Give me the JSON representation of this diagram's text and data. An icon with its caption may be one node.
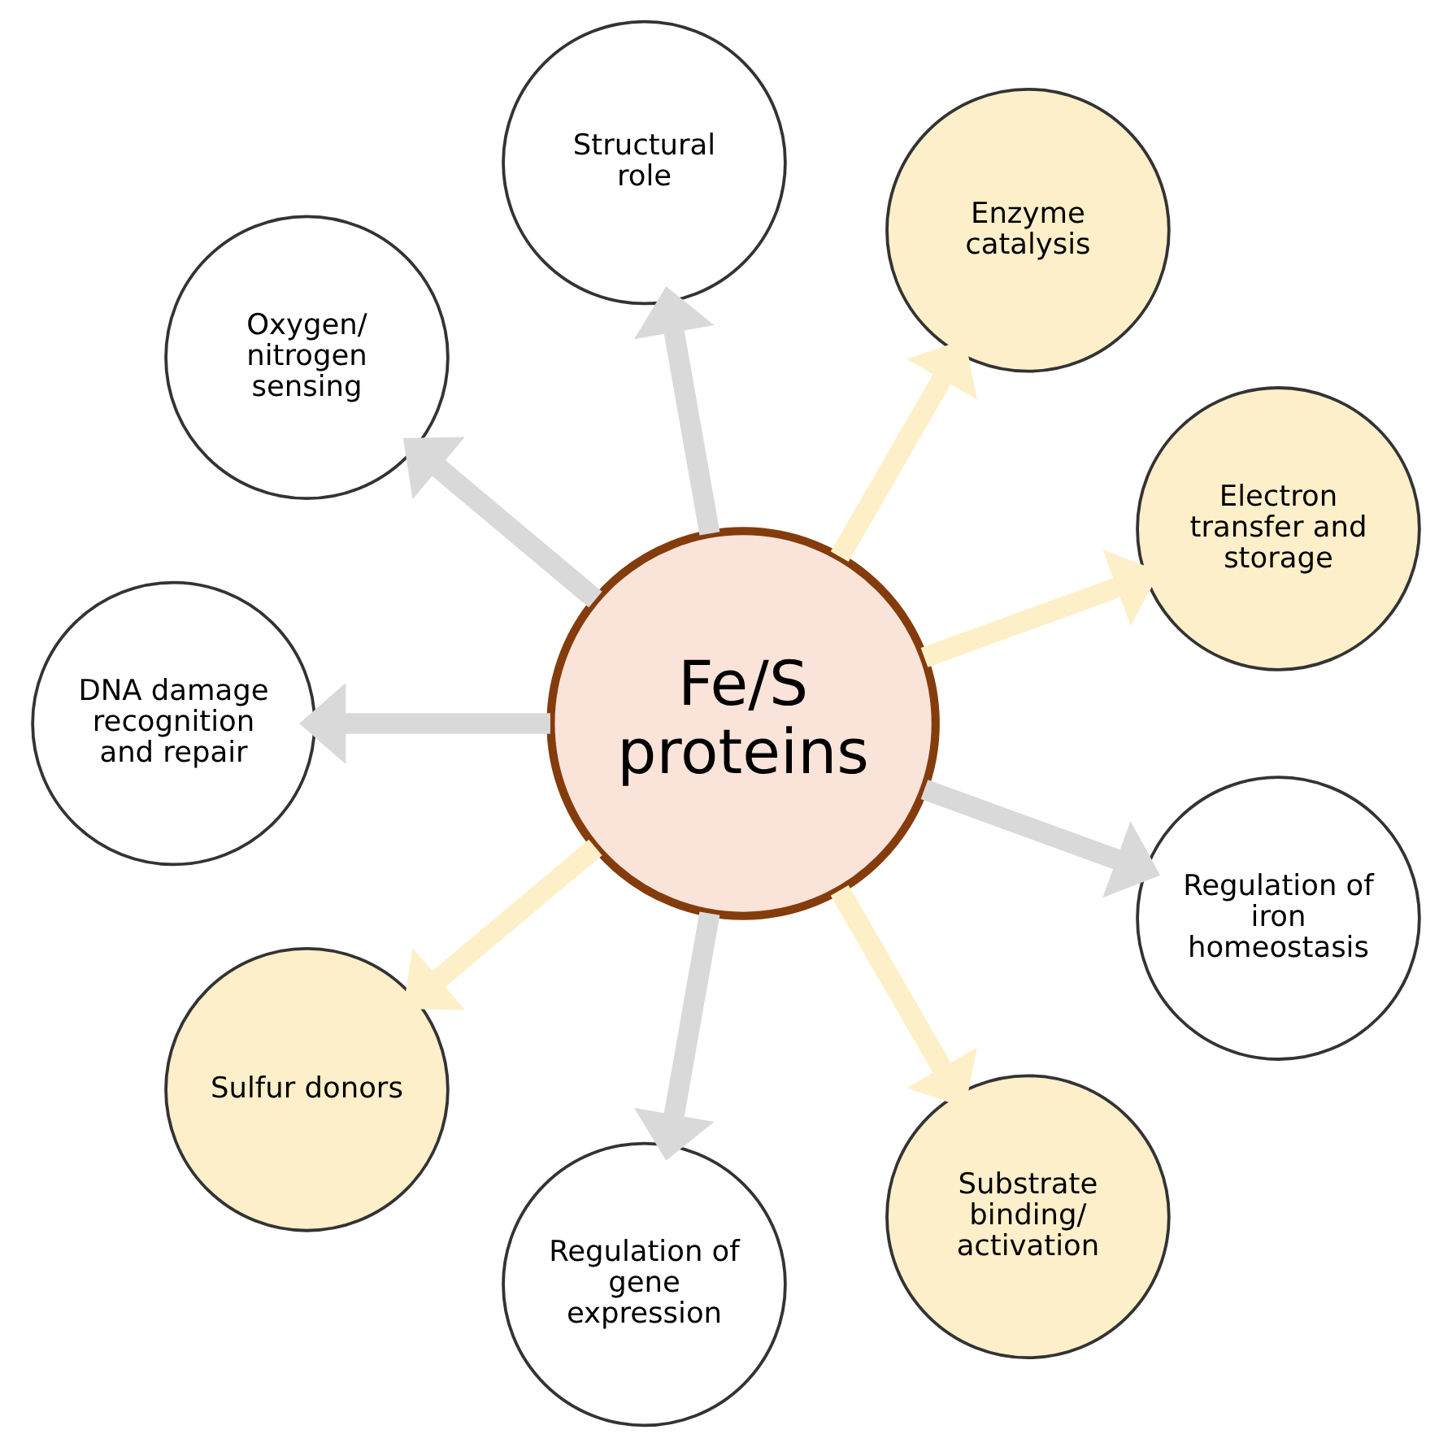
{
  "diagram": {
    "nodes": [
      {
        "text": [
          "Fe/S proteins"
        ]
      },
      {
        "text": [
          "Electron transfer and storage"
        ]
      },
      {
        "text": [
          "Enzyme catalysis"
        ]
      },
      {
        "text": [
          "Structural role"
        ]
      },
      {
        "text": [
          "Oxygen/ nitrogen sensing"
        ]
      },
      {
        "text": [
          "DNA damage recognition and repair"
        ]
      },
      {
        "text": [
          "Sulfur donors"
        ]
      },
      {
        "text": [
          "Regulation of gene expression"
        ]
      },
      {
        "text": [
          "Substrate binding/ activation"
        ]
      },
      {
        "text": [
          "Regulation of iron homeostasis"
        ]
      }
    ],
    "edges": [
      {
        "from": 0,
        "to": 1,
        "arrow": "to",
        "color": "#fdf0c8"
      },
      {
        "from": 0,
        "to": 2,
        "arrow": "to",
        "color": "#fdf0c8"
      },
      {
        "from": 0,
        "to": 3,
        "arrow": "to"
      },
      {
        "from": 0,
        "to": 4,
        "arrow": "to"
      },
      {
        "from": 0,
        "to": 5,
        "arrow": "to"
      },
      {
        "from": 0,
        "to": 6,
        "arrow": "to",
        "color": "#fdf0c8"
      },
      {
        "from": 0,
        "to": 7,
        "arrow": "to"
      },
      {
        "from": 0,
        "to": 8,
        "arrow": "to",
        "color": "#fdf0c8"
      },
      {
        "from": 0,
        "to": 9,
        "arrow": "to"
      }
    ]
  }
}
